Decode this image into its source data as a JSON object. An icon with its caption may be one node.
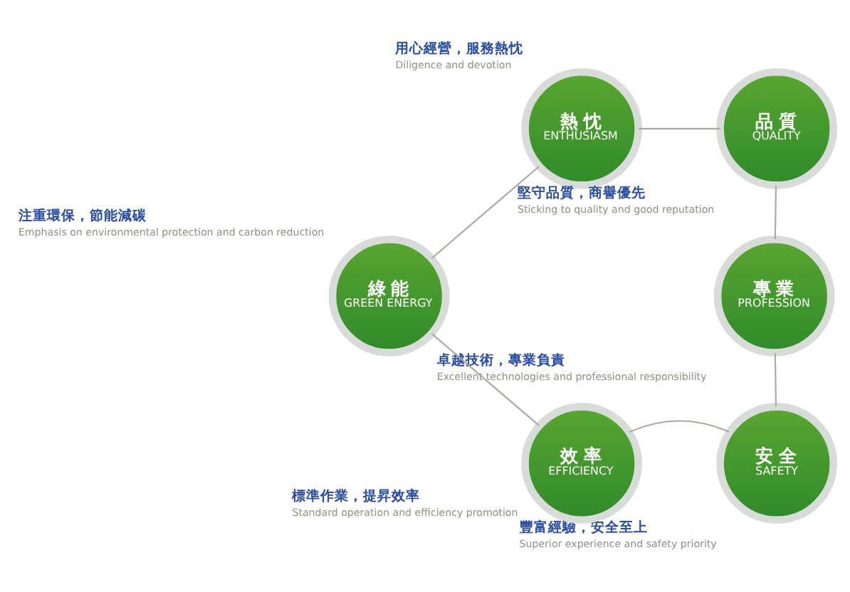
{
  "diagram": {
    "nodes": [
      {
        "text": [
          "熱 忱",
          "ENTHUSIASM"
        ],
        "beside": [
          "用心經營，服務熱忱",
          "Diligence and devotion"
        ]
      },
      {
        "text": [
          "品 質",
          "QUALITY"
        ],
        "beside": [
          "堅守品質，商譽優先",
          "Sticking to quality and good reputation"
        ]
      },
      {
        "text": [
          "綠 能",
          "GREEN ENERGY"
        ],
        "beside": [
          "注重環保，節能減碳",
          "Emphasis on environmental protection and carbon reduction"
        ]
      },
      {
        "text": [
          "專 業",
          "PROFESSION"
        ],
        "beside": [
          "卓越技術，專業負責",
          "Excellent technologies and professional responsibility"
        ]
      },
      {
        "text": [
          "效 率",
          "EFFICIENCY"
        ],
        "beside": [
          "標準作業，提昇效率",
          "Standard operation and efficiency promotion"
        ]
      },
      {
        "text": [
          "安 全",
          "SAFETY"
        ],
        "beside": [
          "豐富經驗，安全至上",
          "Superior experience and safety priority"
        ]
      }
    ],
    "edges": [
      {
        "from": 0,
        "to": 1,
        "arrow": "none"
      },
      {
        "from": 1,
        "to": 3,
        "arrow": "none"
      },
      {
        "from": 3,
        "to": 5,
        "arrow": "none"
      },
      {
        "from": 5,
        "to": 4,
        "arrow": "none"
      },
      {
        "from": 4,
        "to": 2,
        "arrow": "none"
      },
      {
        "from": 2,
        "to": 0,
        "arrow": "none"
      }
    ]
  }
}
